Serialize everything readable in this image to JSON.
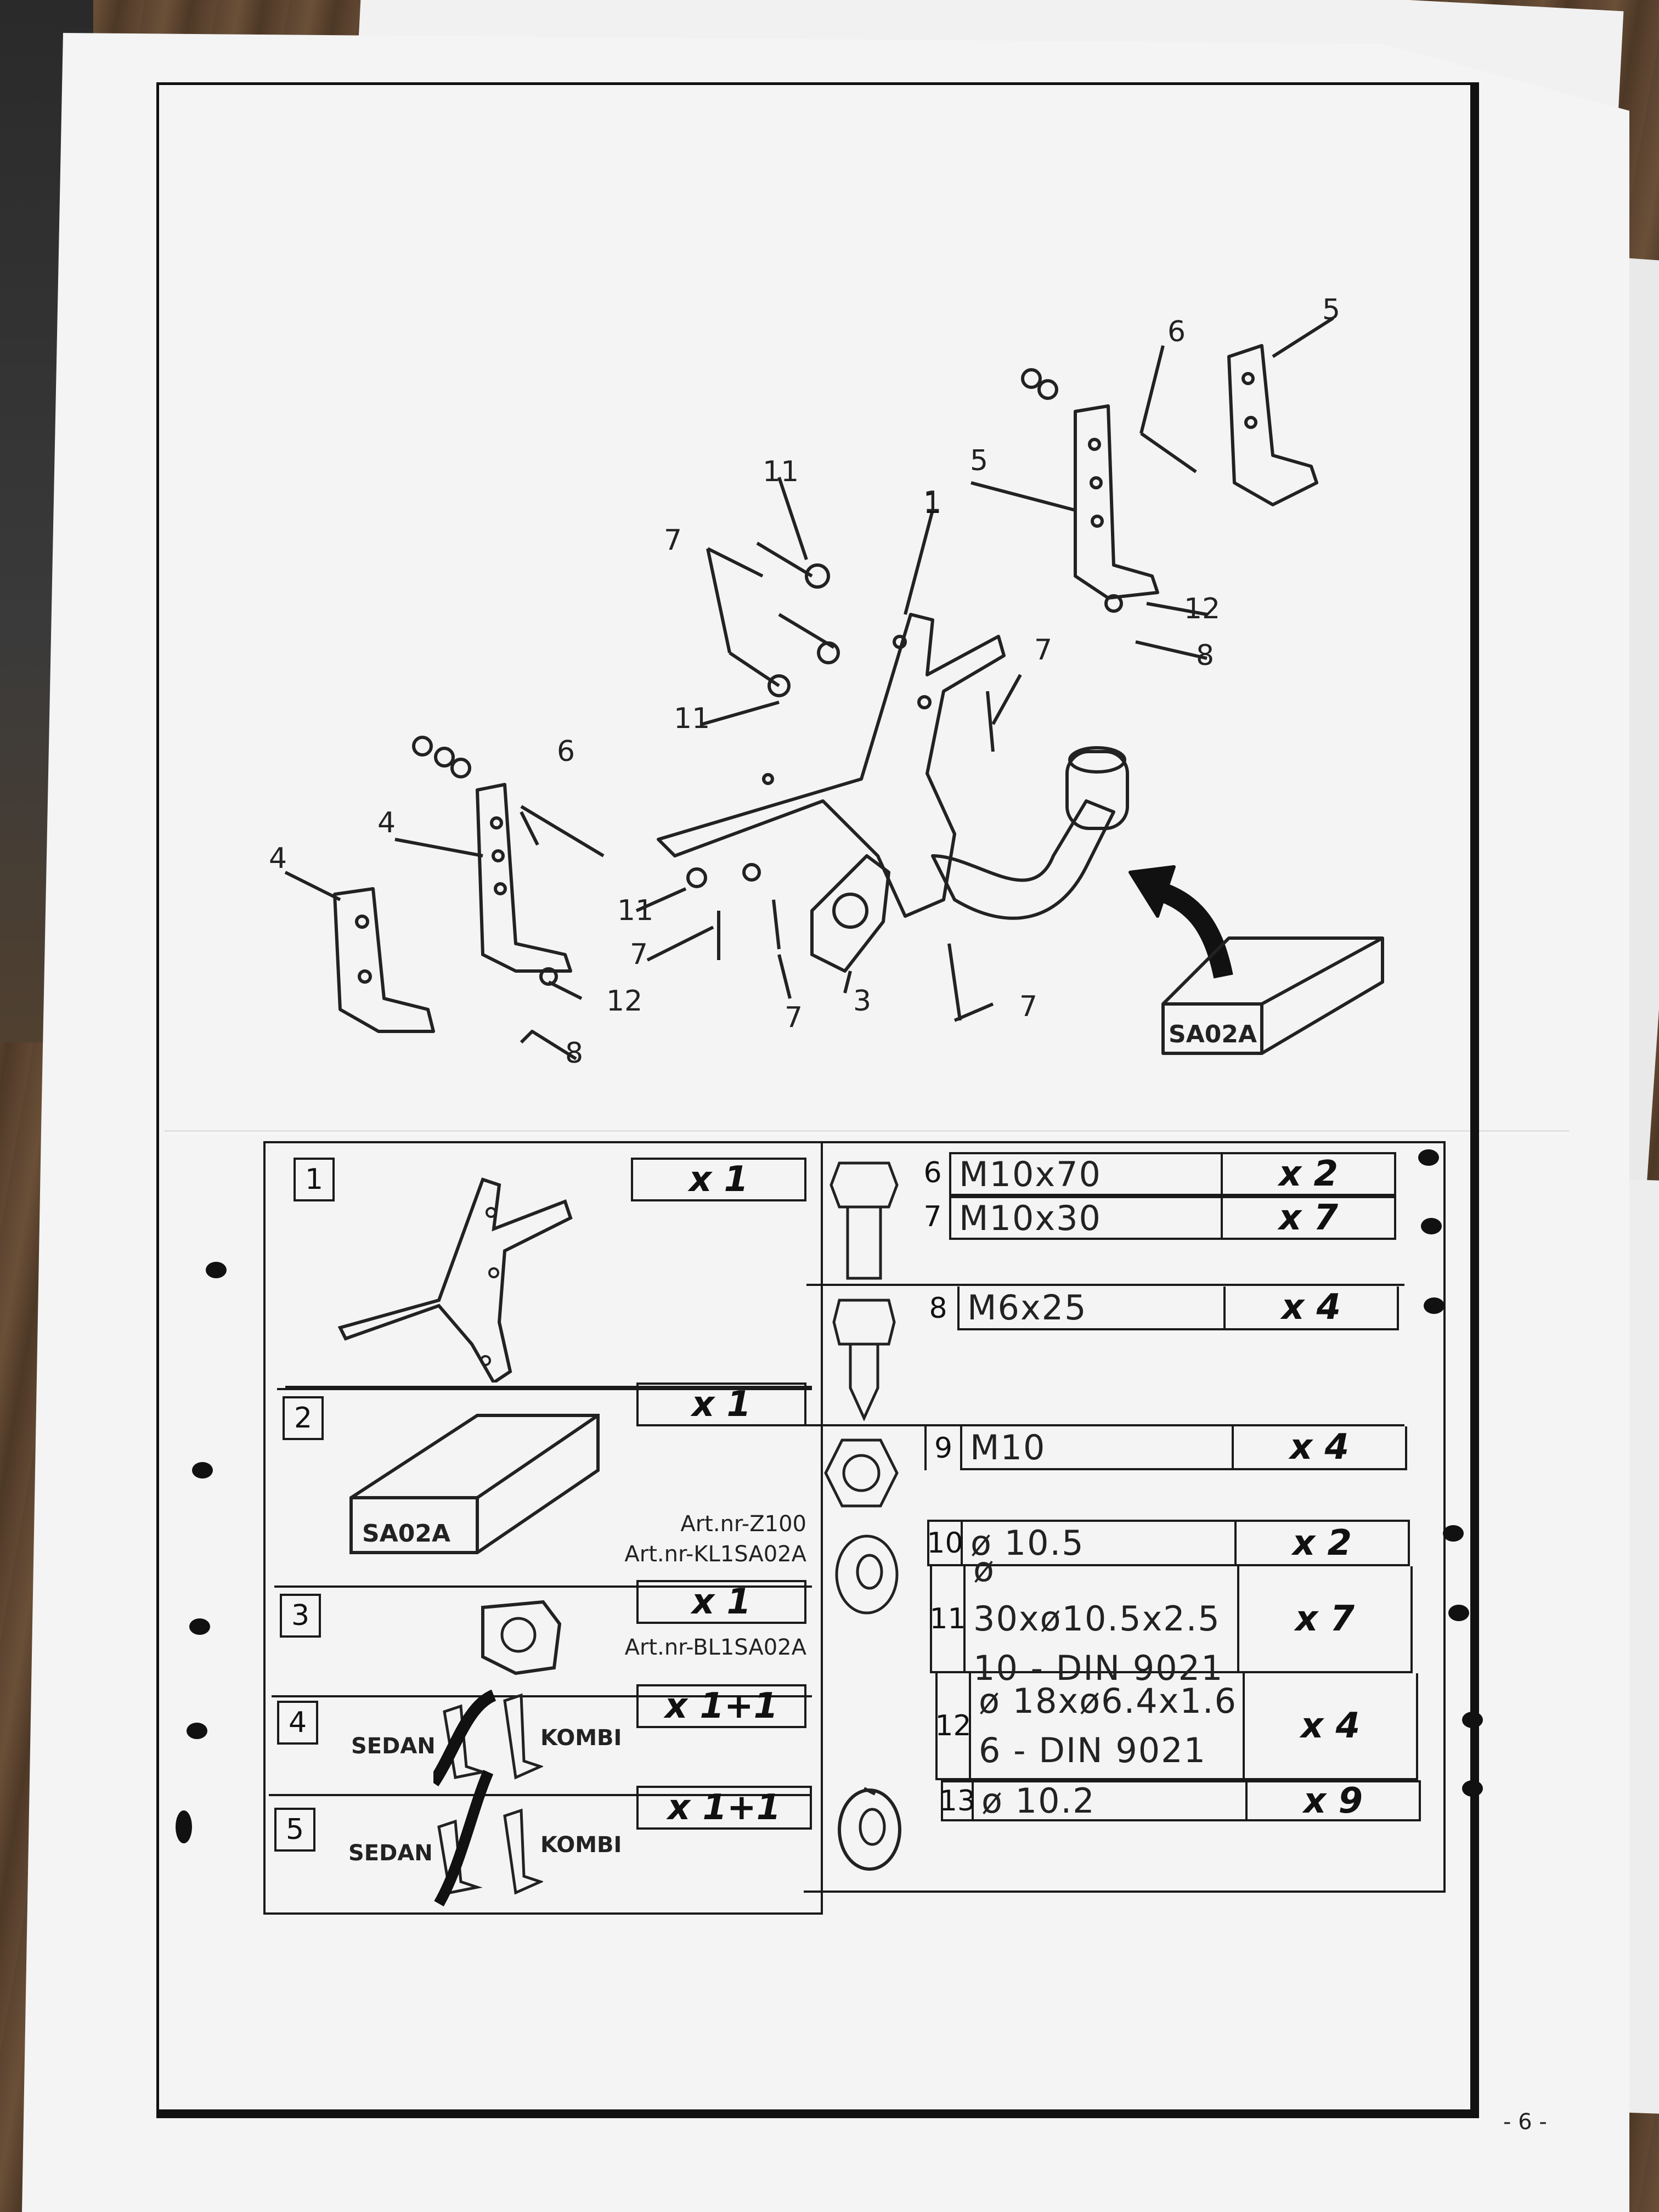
{
  "diagram": {
    "callouts": [
      "1",
      "3",
      "4",
      "4",
      "5",
      "5",
      "6",
      "6",
      "7",
      "7",
      "7",
      "7",
      "7",
      "8",
      "8",
      "11",
      "11",
      "11",
      "12",
      "12"
    ],
    "box_label": "SA02A"
  },
  "parts_left": [
    {
      "num": "1",
      "qty": "x 1"
    },
    {
      "num": "2",
      "qty": "x 1",
      "box_label": "SA02A",
      "art1": "Art.nr-Z100",
      "art2": "Art.nr-KL1SA02A"
    },
    {
      "num": "3",
      "qty": "x 1",
      "art": "Art.nr-BL1SA02A"
    },
    {
      "num": "4",
      "qty": "x 1+1",
      "sedan": "SEDAN",
      "kombi": "KOMBI"
    },
    {
      "num": "5",
      "qty": "x 1+1",
      "sedan": "SEDAN",
      "kombi": "KOMBI"
    }
  ],
  "parts_right": [
    {
      "num": "6",
      "spec": "M10x70",
      "qty": "x 2"
    },
    {
      "num": "7",
      "spec": "M10x30",
      "qty": "x 7"
    },
    {
      "num": "8",
      "spec": "M6x25",
      "qty": "x 4"
    },
    {
      "num": "9",
      "spec": "M10",
      "qty": "x 4"
    },
    {
      "num": "10",
      "spec": "ø 10.5",
      "qty": "x 2"
    },
    {
      "num": "11",
      "spec_line1": "ø 30xø10.5x2.5",
      "spec_line2": "10  -  DIN  9021",
      "qty": "x 7"
    },
    {
      "num": "12",
      "spec_line1": "ø 18xø6.4x1.6",
      "spec_line2": "6  -  DIN  9021",
      "qty": "x 4"
    },
    {
      "num": "13",
      "spec": "ø 10.2",
      "qty": "x 9"
    }
  ],
  "page_number": "- 6 -",
  "colors": {
    "paper": "#f4f4f4",
    "ink": "#1a1a1a",
    "wood": "#5a4330"
  }
}
